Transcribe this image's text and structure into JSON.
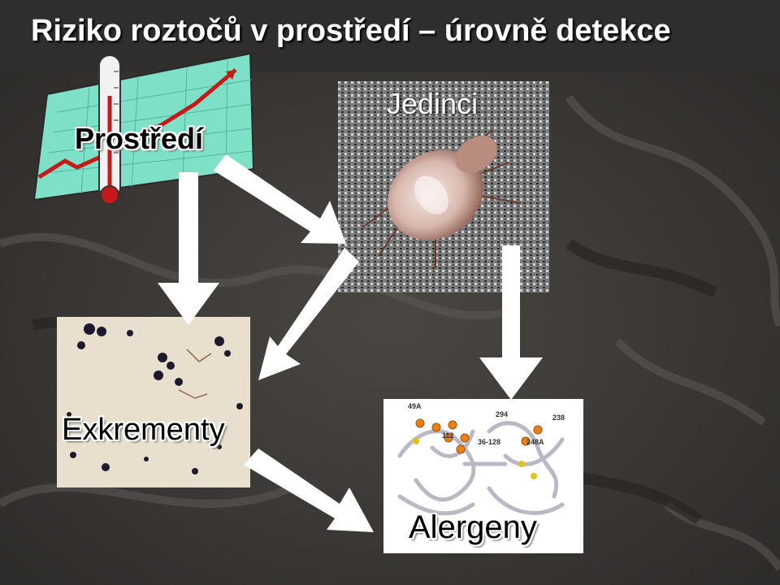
{
  "slide": {
    "title": "Riziko roztočů v prostředí – úrovně detekce"
  },
  "nodes": {
    "environment": {
      "label": "Prostředí"
    },
    "individuals": {
      "label": "Jedinci"
    },
    "excrements": {
      "label": "Exkrementy"
    },
    "allergens": {
      "label": "Alergeny",
      "residues": [
        "49A",
        "294",
        "238",
        "112",
        "36-128",
        "248A"
      ]
    }
  },
  "colors": {
    "title_bg": "#2f2e2c",
    "arrow": "#ffffff",
    "chart_paper": "#7fe0c8",
    "trend_line": "#c41a1a",
    "residue_dot": "#e8801a"
  }
}
